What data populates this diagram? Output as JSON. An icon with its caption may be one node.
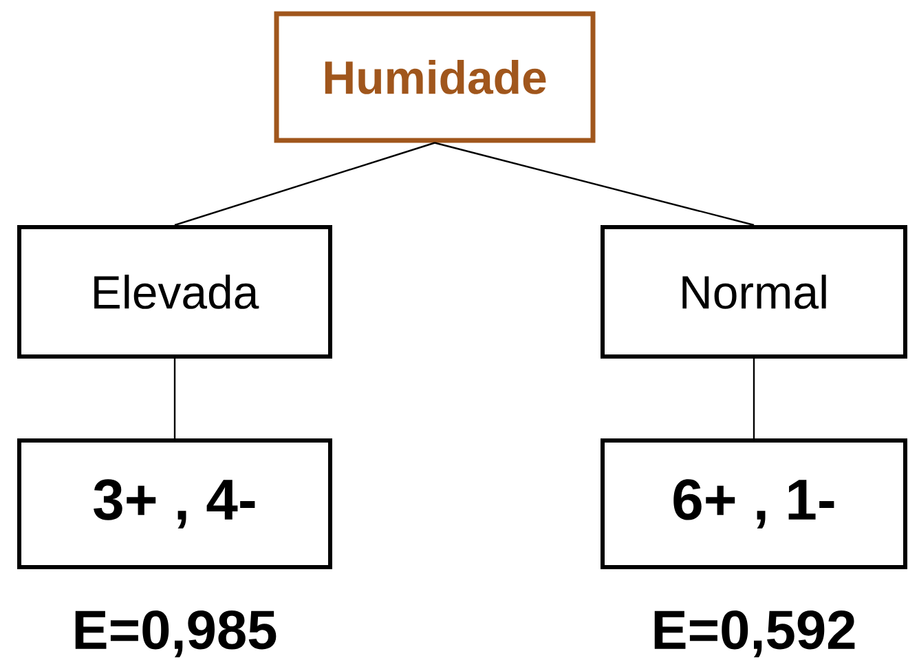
{
  "diagram": {
    "nodes": [
      {
        "text": [
          "Humidade"
        ]
      },
      {
        "text": [
          "Elevada"
        ]
      },
      {
        "text": [
          "Normal"
        ]
      },
      {
        "text": [
          "3+ , 4-"
        ],
        "beside": [
          "E=0,985"
        ]
      },
      {
        "text": [
          "6+ , 1-"
        ],
        "beside": [
          "E=0,592"
        ]
      }
    ],
    "edges": [
      {
        "from": 0,
        "to": 1,
        "arrow": "none"
      },
      {
        "from": 0,
        "to": 2,
        "arrow": "none"
      },
      {
        "from": 1,
        "to": 3,
        "arrow": "none"
      },
      {
        "from": 2,
        "to": 4,
        "arrow": "none"
      }
    ]
  }
}
